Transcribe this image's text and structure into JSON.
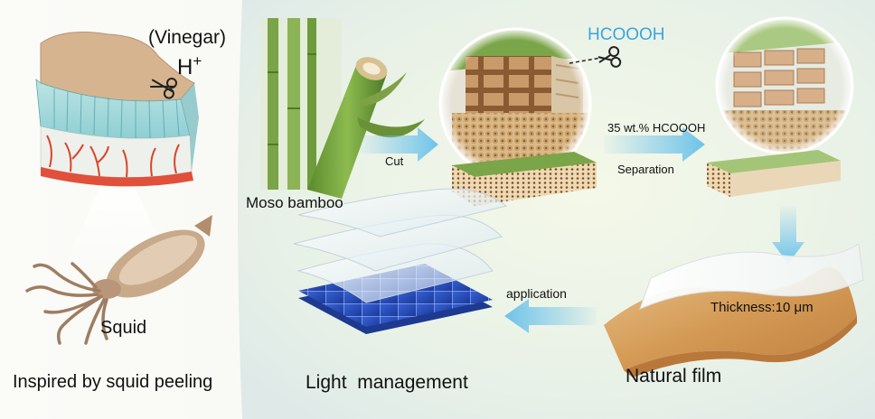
{
  "squid_panel": {
    "acid_label": "(Vinegar)",
    "proton_label": "H",
    "proton_charge": "+",
    "animal_label": "Squid",
    "caption": "Inspired by squid peeling"
  },
  "bamboo_panel": {
    "material_label": "Moso bamboo",
    "step1_label": "Cut",
    "acid_label": "HCOOOH",
    "step2_concentration": "35 wt.% HCOOOH",
    "step2_label": "Separation"
  },
  "film_panel": {
    "product_label": "Natural film",
    "thickness_label": "Thickness:10 μm",
    "step3_label": "application",
    "use_label": "Light  management"
  },
  "colors": {
    "arrow": "#6ec3ea",
    "acid_text": "#3aa6dd",
    "bamboo_green": "#6c9a3c",
    "fiber_tan": "#d9b98a",
    "film_wood": "#d7a05e",
    "solar_blue": "#1f47b5"
  }
}
